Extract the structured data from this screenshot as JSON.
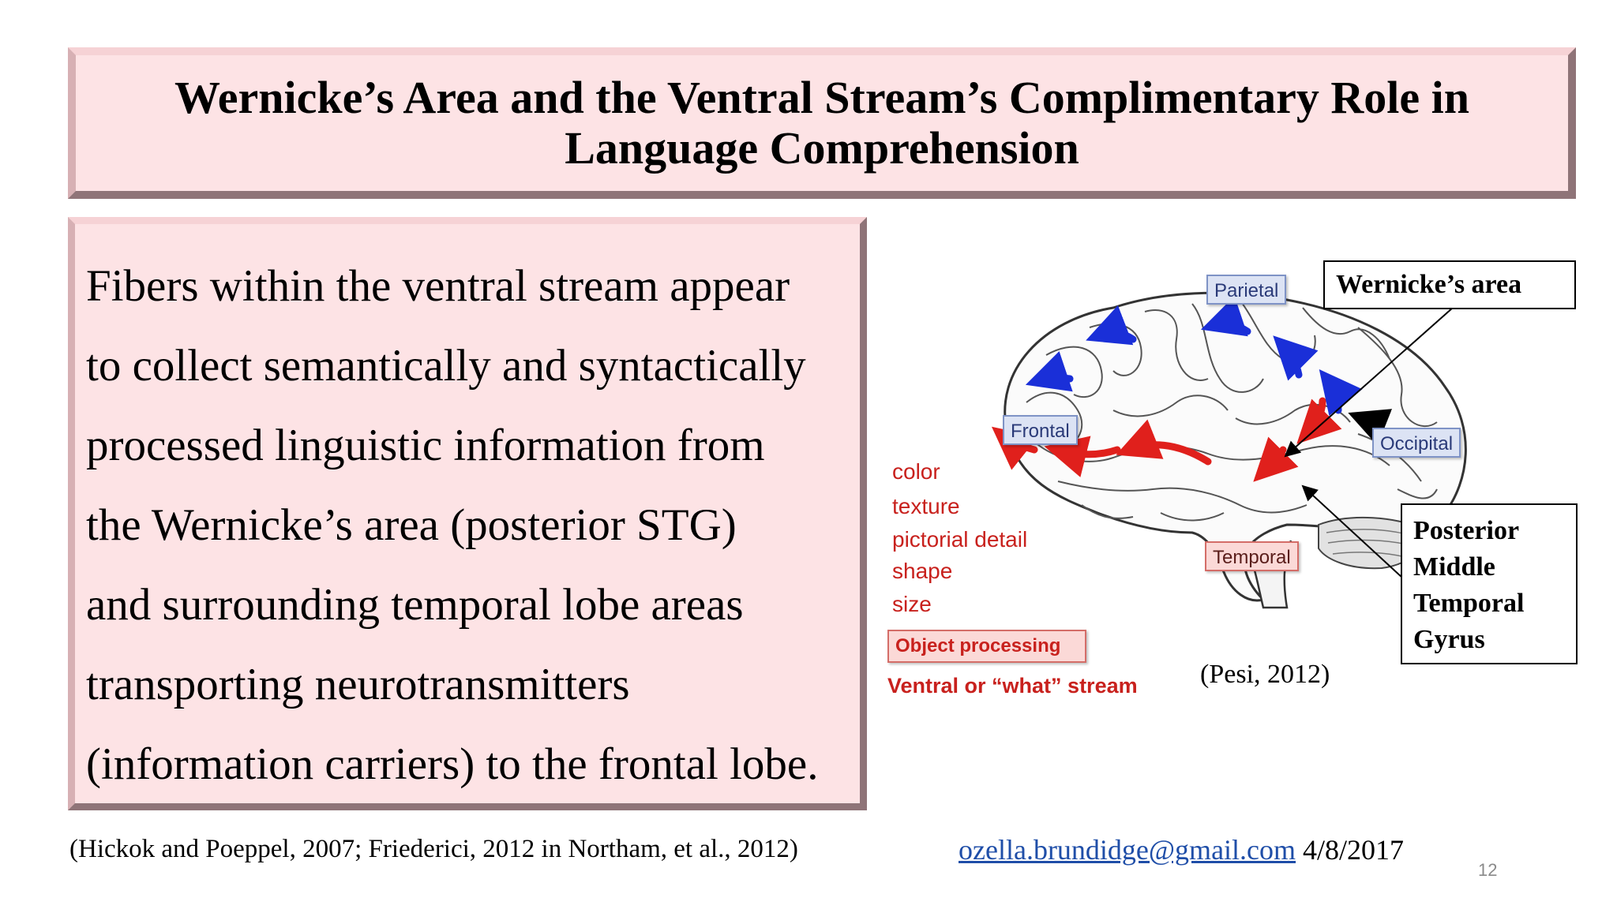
{
  "slide": {
    "title_lines": [
      "Wernicke’s Area and the Ventral Stream’s Complimentary Role in",
      "Language Comprehension"
    ],
    "body_lines": [
      "Fibers within the ventral stream appear",
      "to collect semantically and syntactically",
      "processed linguistic information from",
      "the Wernicke’s area (posterior STG)",
      "and surrounding temporal lobe areas",
      "transporting neurotransmitters",
      "(information carriers) to the frontal lobe."
    ]
  },
  "figure": {
    "lobe_labels": {
      "parietal": "Parietal",
      "frontal": "Frontal",
      "occipital": "Occipital",
      "temporal": "Temporal"
    },
    "callouts": {
      "wernicke": "Wernicke’s area",
      "pmtg_lines": [
        "Posterior",
        "Middle",
        "Temporal",
        "Gyrus"
      ]
    },
    "features": [
      "color",
      "texture",
      "pictorial detail",
      "shape",
      "size"
    ],
    "object_processing": "Object processing",
    "stream_label": "Ventral or “what” stream",
    "citation": "(Pesi, 2012)",
    "colors": {
      "ventral_arrow": "#e0201c",
      "dorsal_arrow": "#1a2fd8",
      "label_text_red": "#c8211d"
    }
  },
  "footer": {
    "citation": "(Hickok and Poeppel, 2007; Friederici, 2012 in Northam, et al., 2012)",
    "email": "ozella.brundidge@gmail.com",
    "date": "4/8/2017",
    "page_number": "12"
  }
}
